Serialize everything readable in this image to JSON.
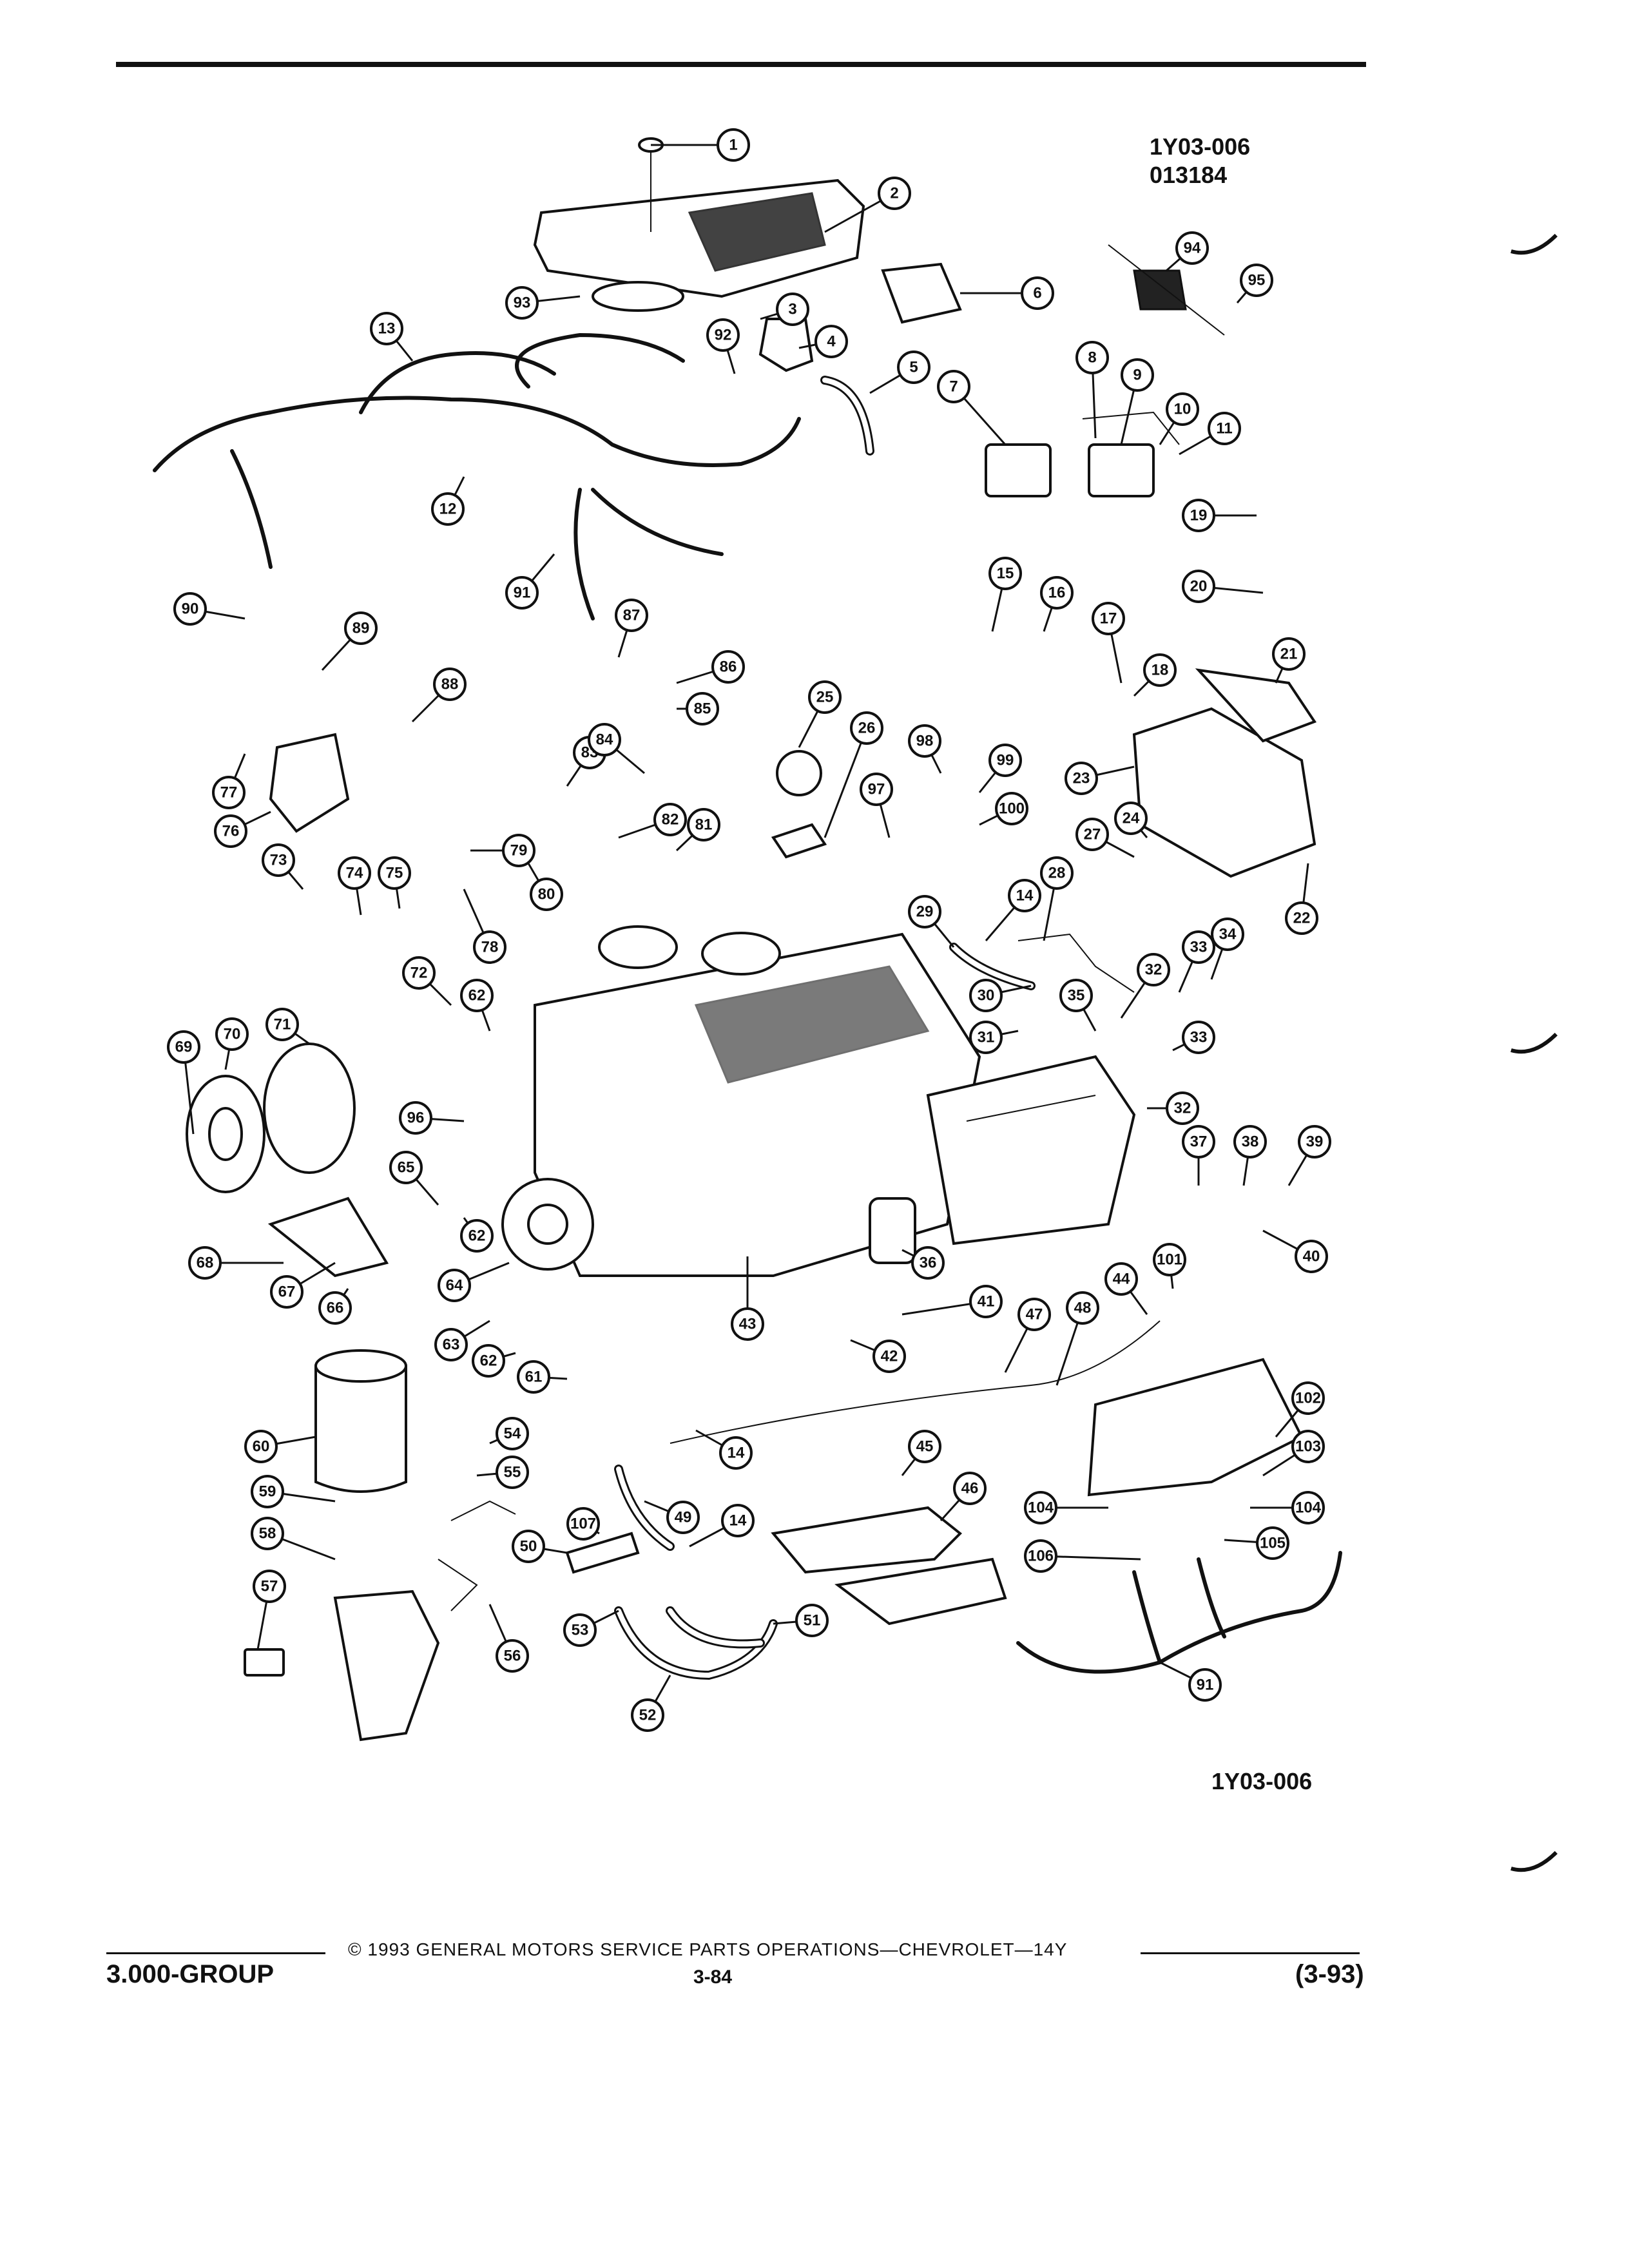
{
  "header": {
    "ref_line1": "1Y03-006",
    "ref_line2": "013184"
  },
  "diagram": {
    "caption": "1Y03-006",
    "callouts": [
      "1",
      "2",
      "3",
      "4",
      "5",
      "6",
      "7",
      "8",
      "9",
      "10",
      "11",
      "12",
      "13",
      "14",
      "15",
      "16",
      "17",
      "18",
      "19",
      "20",
      "21",
      "22",
      "23",
      "24",
      "25",
      "26",
      "27",
      "28",
      "29",
      "30",
      "31",
      "32",
      "33",
      "34",
      "35",
      "36",
      "37",
      "38",
      "39",
      "40",
      "41",
      "42",
      "43",
      "44",
      "45",
      "46",
      "47",
      "48",
      "49",
      "50",
      "51",
      "52",
      "53",
      "54",
      "55",
      "56",
      "57",
      "58",
      "59",
      "60",
      "61",
      "62",
      "63",
      "64",
      "65",
      "66",
      "67",
      "68",
      "69",
      "70",
      "71",
      "72",
      "73",
      "74",
      "75",
      "76",
      "77",
      "78",
      "79",
      "80",
      "81",
      "82",
      "83",
      "84",
      "85",
      "86",
      "87",
      "88",
      "89",
      "90",
      "91",
      "92",
      "93",
      "94",
      "95",
      "96",
      "97",
      "98",
      "99",
      "100",
      "101",
      "102",
      "103",
      "104",
      "105",
      "106",
      "107"
    ]
  },
  "footer": {
    "copyright": "© 1993 GENERAL MOTORS SERVICE PARTS OPERATIONS—CHEVROLET—14Y",
    "group": "3.000-GROUP",
    "page": "3-84",
    "date": "(3-93)"
  }
}
